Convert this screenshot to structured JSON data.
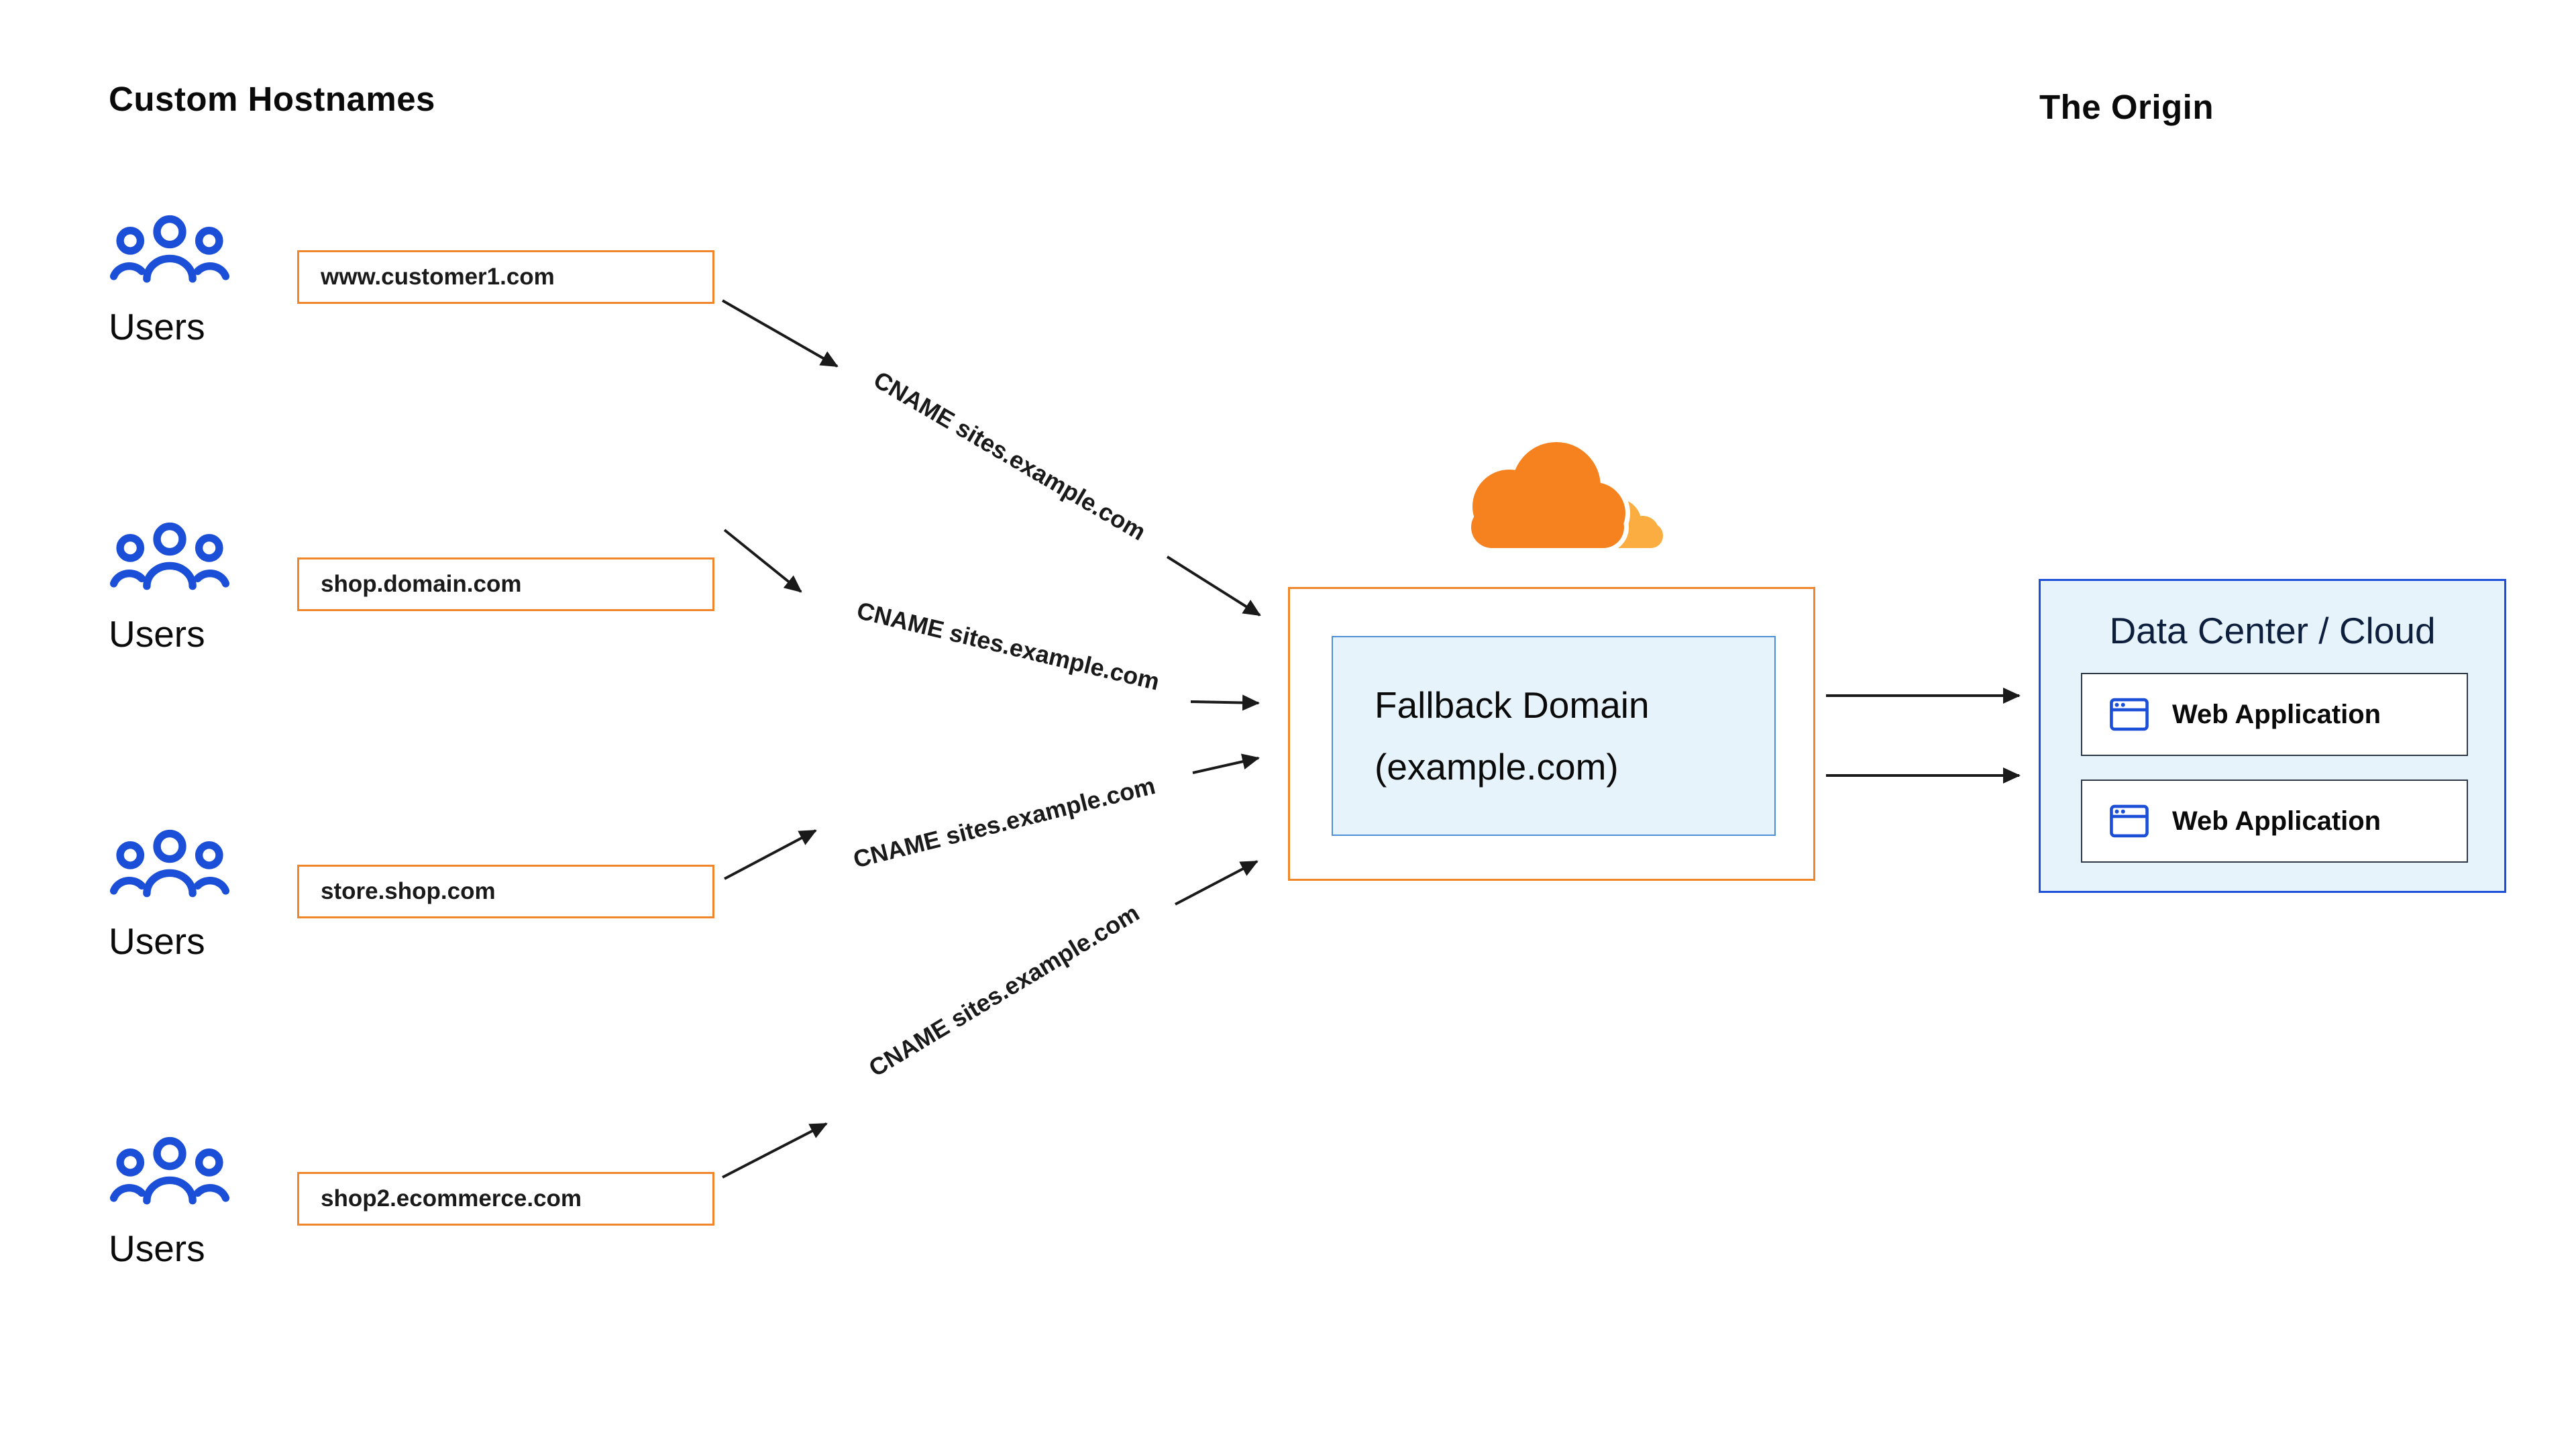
{
  "titles": {
    "left": "Custom Hostnames",
    "right": "The Origin"
  },
  "users_label": "Users",
  "hostnames": [
    "www.customer1.com",
    "shop.domain.com",
    "store.shop.com",
    "shop2.ecommerce.com"
  ],
  "cname_labels": [
    "CNAME sites.example.com",
    "CNAME sites.example.com",
    "CNAME sites.example.com",
    "CNAME sites.example.com"
  ],
  "fallback": {
    "line1": "Fallback Domain",
    "line2": "(example.com)"
  },
  "origin": {
    "title": "Data Center / Cloud",
    "apps": [
      "Web Application",
      "Web Application"
    ]
  },
  "icons": {
    "users": "users-group-icon",
    "cloud": "cloudflare-logo",
    "browser": "browser-window-icon"
  },
  "colors": {
    "orange": "#f0862b",
    "cloud_orange": "#f6821f",
    "cloud_light_orange": "#fbad41",
    "blue": "#1b4fd8",
    "light_blue_fill": "#e7f3fb",
    "arrow": "#1a1a1a"
  }
}
